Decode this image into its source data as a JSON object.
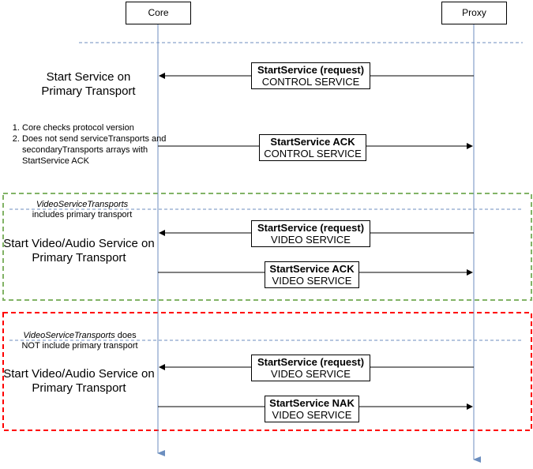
{
  "actors": {
    "core": "Core",
    "proxy": "Proxy"
  },
  "section1": {
    "label_line1": "Start Service on",
    "label_line2": "Primary Transport",
    "request": {
      "title": "StartService (request)",
      "service": "CONTROL SERVICE"
    },
    "steps": [
      "Core checks protocol version",
      "Does not send serviceTransports and secondaryTransports arrays with StartService ACK"
    ],
    "ack": {
      "title": "StartService ACK",
      "service": "CONTROL SERVICE"
    }
  },
  "section2": {
    "note_italic": "VideoServiceTransports",
    "note_rest": "includes primary transport",
    "label_line1": "Start Video/Audio Service on",
    "label_line2": "Primary Transport",
    "request": {
      "title": "StartService (request)",
      "service": "VIDEO SERVICE"
    },
    "ack": {
      "title": "StartService ACK",
      "service": "VIDEO SERVICE"
    }
  },
  "section3": {
    "note_italic": "VideoServiceTransports",
    "note_rest_line1": " does",
    "note_rest_line2": "NOT include primary transport",
    "label_line1": "Start Video/Audio Service on",
    "label_line2": "Primary Transport",
    "request": {
      "title": "StartService (request)",
      "service": "VIDEO SERVICE"
    },
    "nak": {
      "title": "StartService NAK",
      "service": "VIDEO SERVICE"
    }
  },
  "colors": {
    "lifeline": "#6c8ebf",
    "green_frame": "#82b366",
    "red_frame": "#ff0000"
  }
}
